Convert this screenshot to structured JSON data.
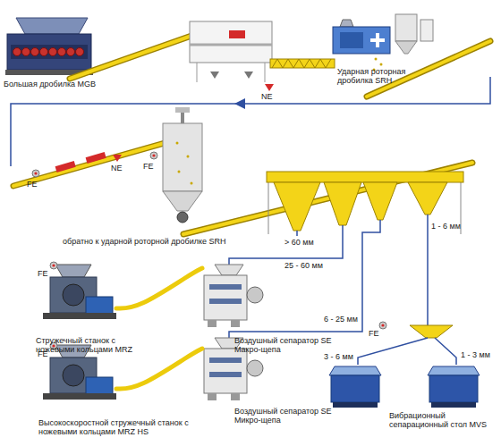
{
  "diagram": {
    "nodes": [
      {
        "text": [
          "Большая дробилка MGB"
        ]
      },
      {
        "text": [
          "Ударная роторная дробилка SRH"
        ]
      },
      {
        "text": [
          "Стружечный станок с ножевыми кольцами MRZ"
        ]
      },
      {
        "text": [
          "Воздушный сепаратор SE Макро-щепа"
        ]
      },
      {
        "text": [
          "Высокоскоростной стружечный станок с ножевыми кольцами MRZ HS"
        ]
      },
      {
        "text": [
          "Воздушный сепаратор SE Микро-щепа"
        ]
      },
      {
        "text": [
          "Вибрационный сепарационный стол MVS"
        ]
      }
    ],
    "edges": [
      {
        "from": 2,
        "to": 3,
        "arrow": "none"
      },
      {
        "from": 4,
        "to": 5,
        "arrow": "none"
      }
    ],
    "labels": [
      "NE",
      "FE",
      "NE",
      "FE",
      "обратно к ударной роторной дробилке SRH",
      "> 60 мм",
      "25 - 60 мм",
      "1 - 6 мм",
      "6 - 25 мм",
      "FE",
      "FE",
      "FE",
      "3 - 6 мм",
      "1 - 3 мм"
    ]
  }
}
